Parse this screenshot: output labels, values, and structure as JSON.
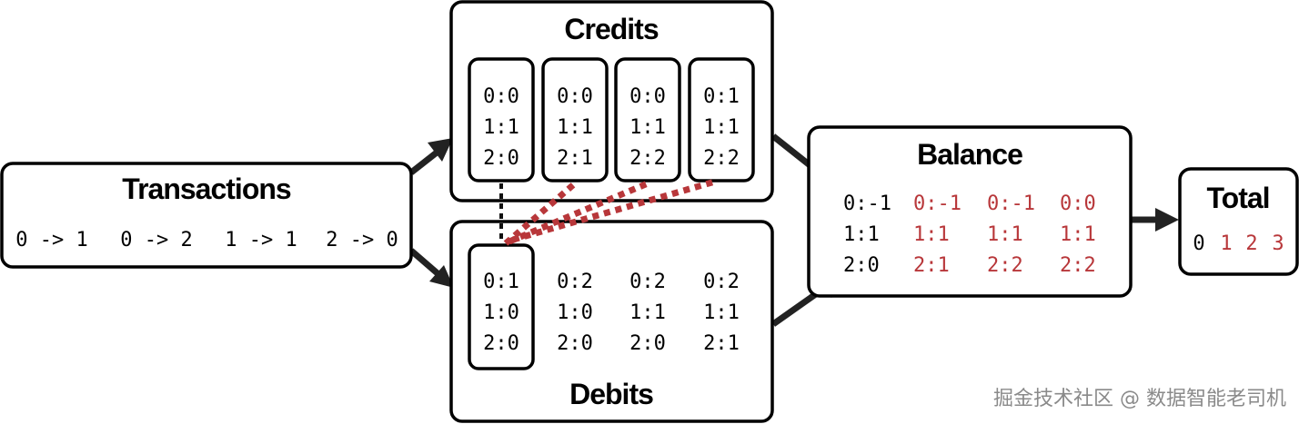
{
  "transactions": {
    "title": "Transactions",
    "items": [
      "0 -> 1",
      "0 -> 2",
      "1 -> 1",
      "2 -> 0"
    ]
  },
  "credits": {
    "title": "Credits",
    "cards": [
      [
        "0:0",
        "1:1",
        "2:0"
      ],
      [
        "0:0",
        "1:1",
        "2:1"
      ],
      [
        "0:0",
        "1:1",
        "2:2"
      ],
      [
        "0:1",
        "1:1",
        "2:2"
      ]
    ]
  },
  "debits": {
    "title": "Debits",
    "cards": [
      [
        "0:1",
        "1:0",
        "2:0"
      ],
      [
        "0:2",
        "1:0",
        "2:0"
      ],
      [
        "0:2",
        "1:1",
        "2:0"
      ],
      [
        "0:2",
        "1:1",
        "2:1"
      ]
    ]
  },
  "balance": {
    "title": "Balance",
    "columns": [
      [
        "0:-1",
        "1:1",
        "2:0"
      ],
      [
        "0:-1",
        "1:1",
        "2:1"
      ],
      [
        "0:-1",
        "1:1",
        "2:2"
      ],
      [
        "0:0",
        "1:1",
        "2:2"
      ]
    ],
    "highlight_color": "#b8373a"
  },
  "total": {
    "title": "Total",
    "values": [
      "0",
      "1",
      "2",
      "3"
    ]
  },
  "watermark": "掘金技术社区 @ 数据智能老司机"
}
